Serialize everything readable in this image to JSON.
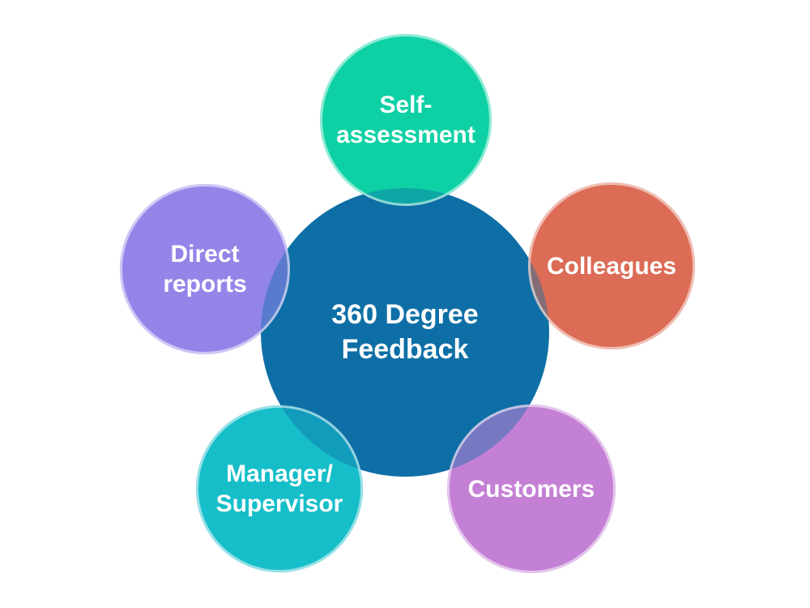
{
  "title": "360 Degree Feedback",
  "style": {
    "background": "#FFFFFF",
    "text_color": "#FFFFFF",
    "overlap_fill_opacity": 0.58,
    "ring_color": "#FFFFFF",
    "ring_opacity": 0.55
  },
  "center": {
    "id": "center",
    "lines": [
      "360 Degree",
      "Feedback"
    ],
    "color": "#0E6FA6"
  },
  "satellites": [
    {
      "id": "self-assessment",
      "lines": [
        "Self-",
        "assessment"
      ],
      "color": "#0DD1A4"
    },
    {
      "id": "colleagues",
      "lines": [
        "Colleagues"
      ],
      "color": "#DC6C57"
    },
    {
      "id": "direct-reports",
      "lines": [
        "Direct",
        "reports"
      ],
      "color": "#9385E8"
    },
    {
      "id": "manager-supervisor",
      "lines": [
        "Manager/",
        "Supervisor"
      ],
      "color": "#17BEC9"
    },
    {
      "id": "customers",
      "lines": [
        "Customers"
      ],
      "color": "#C480D5"
    }
  ]
}
